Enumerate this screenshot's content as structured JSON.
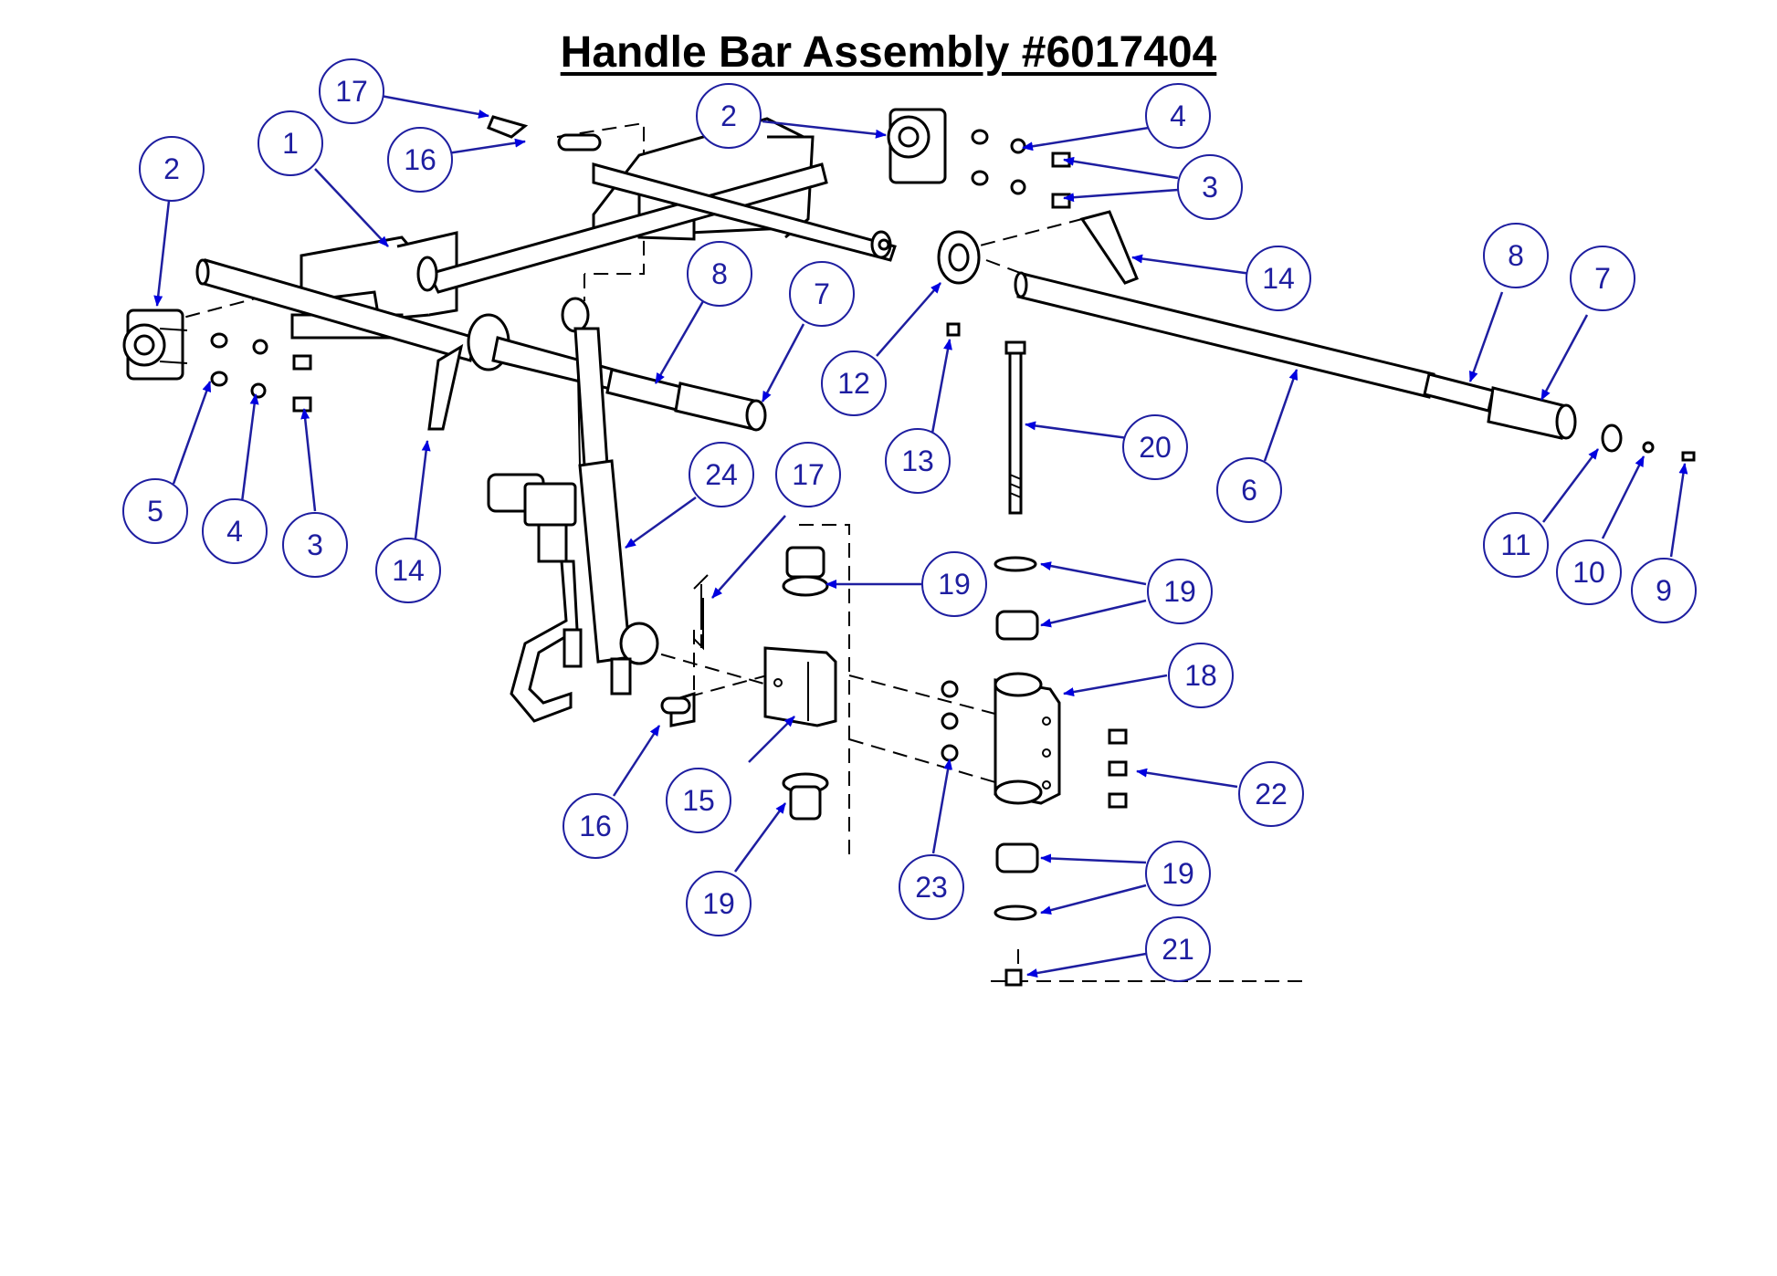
{
  "title": "Handle Bar Assembly #6017404",
  "callout_color": "#1e1ea0",
  "arrow_color": "#0000e0",
  "callouts": [
    "17",
    "16",
    "1",
    "2",
    "2",
    "4",
    "3",
    "3",
    "14",
    "8",
    "7",
    "12",
    "13",
    "20",
    "6",
    "8",
    "7",
    "11",
    "10",
    "9",
    "5",
    "4",
    "3",
    "14",
    "24",
    "17",
    "19",
    "19",
    "18",
    "22",
    "15",
    "16",
    "19",
    "23",
    "19",
    "21"
  ]
}
